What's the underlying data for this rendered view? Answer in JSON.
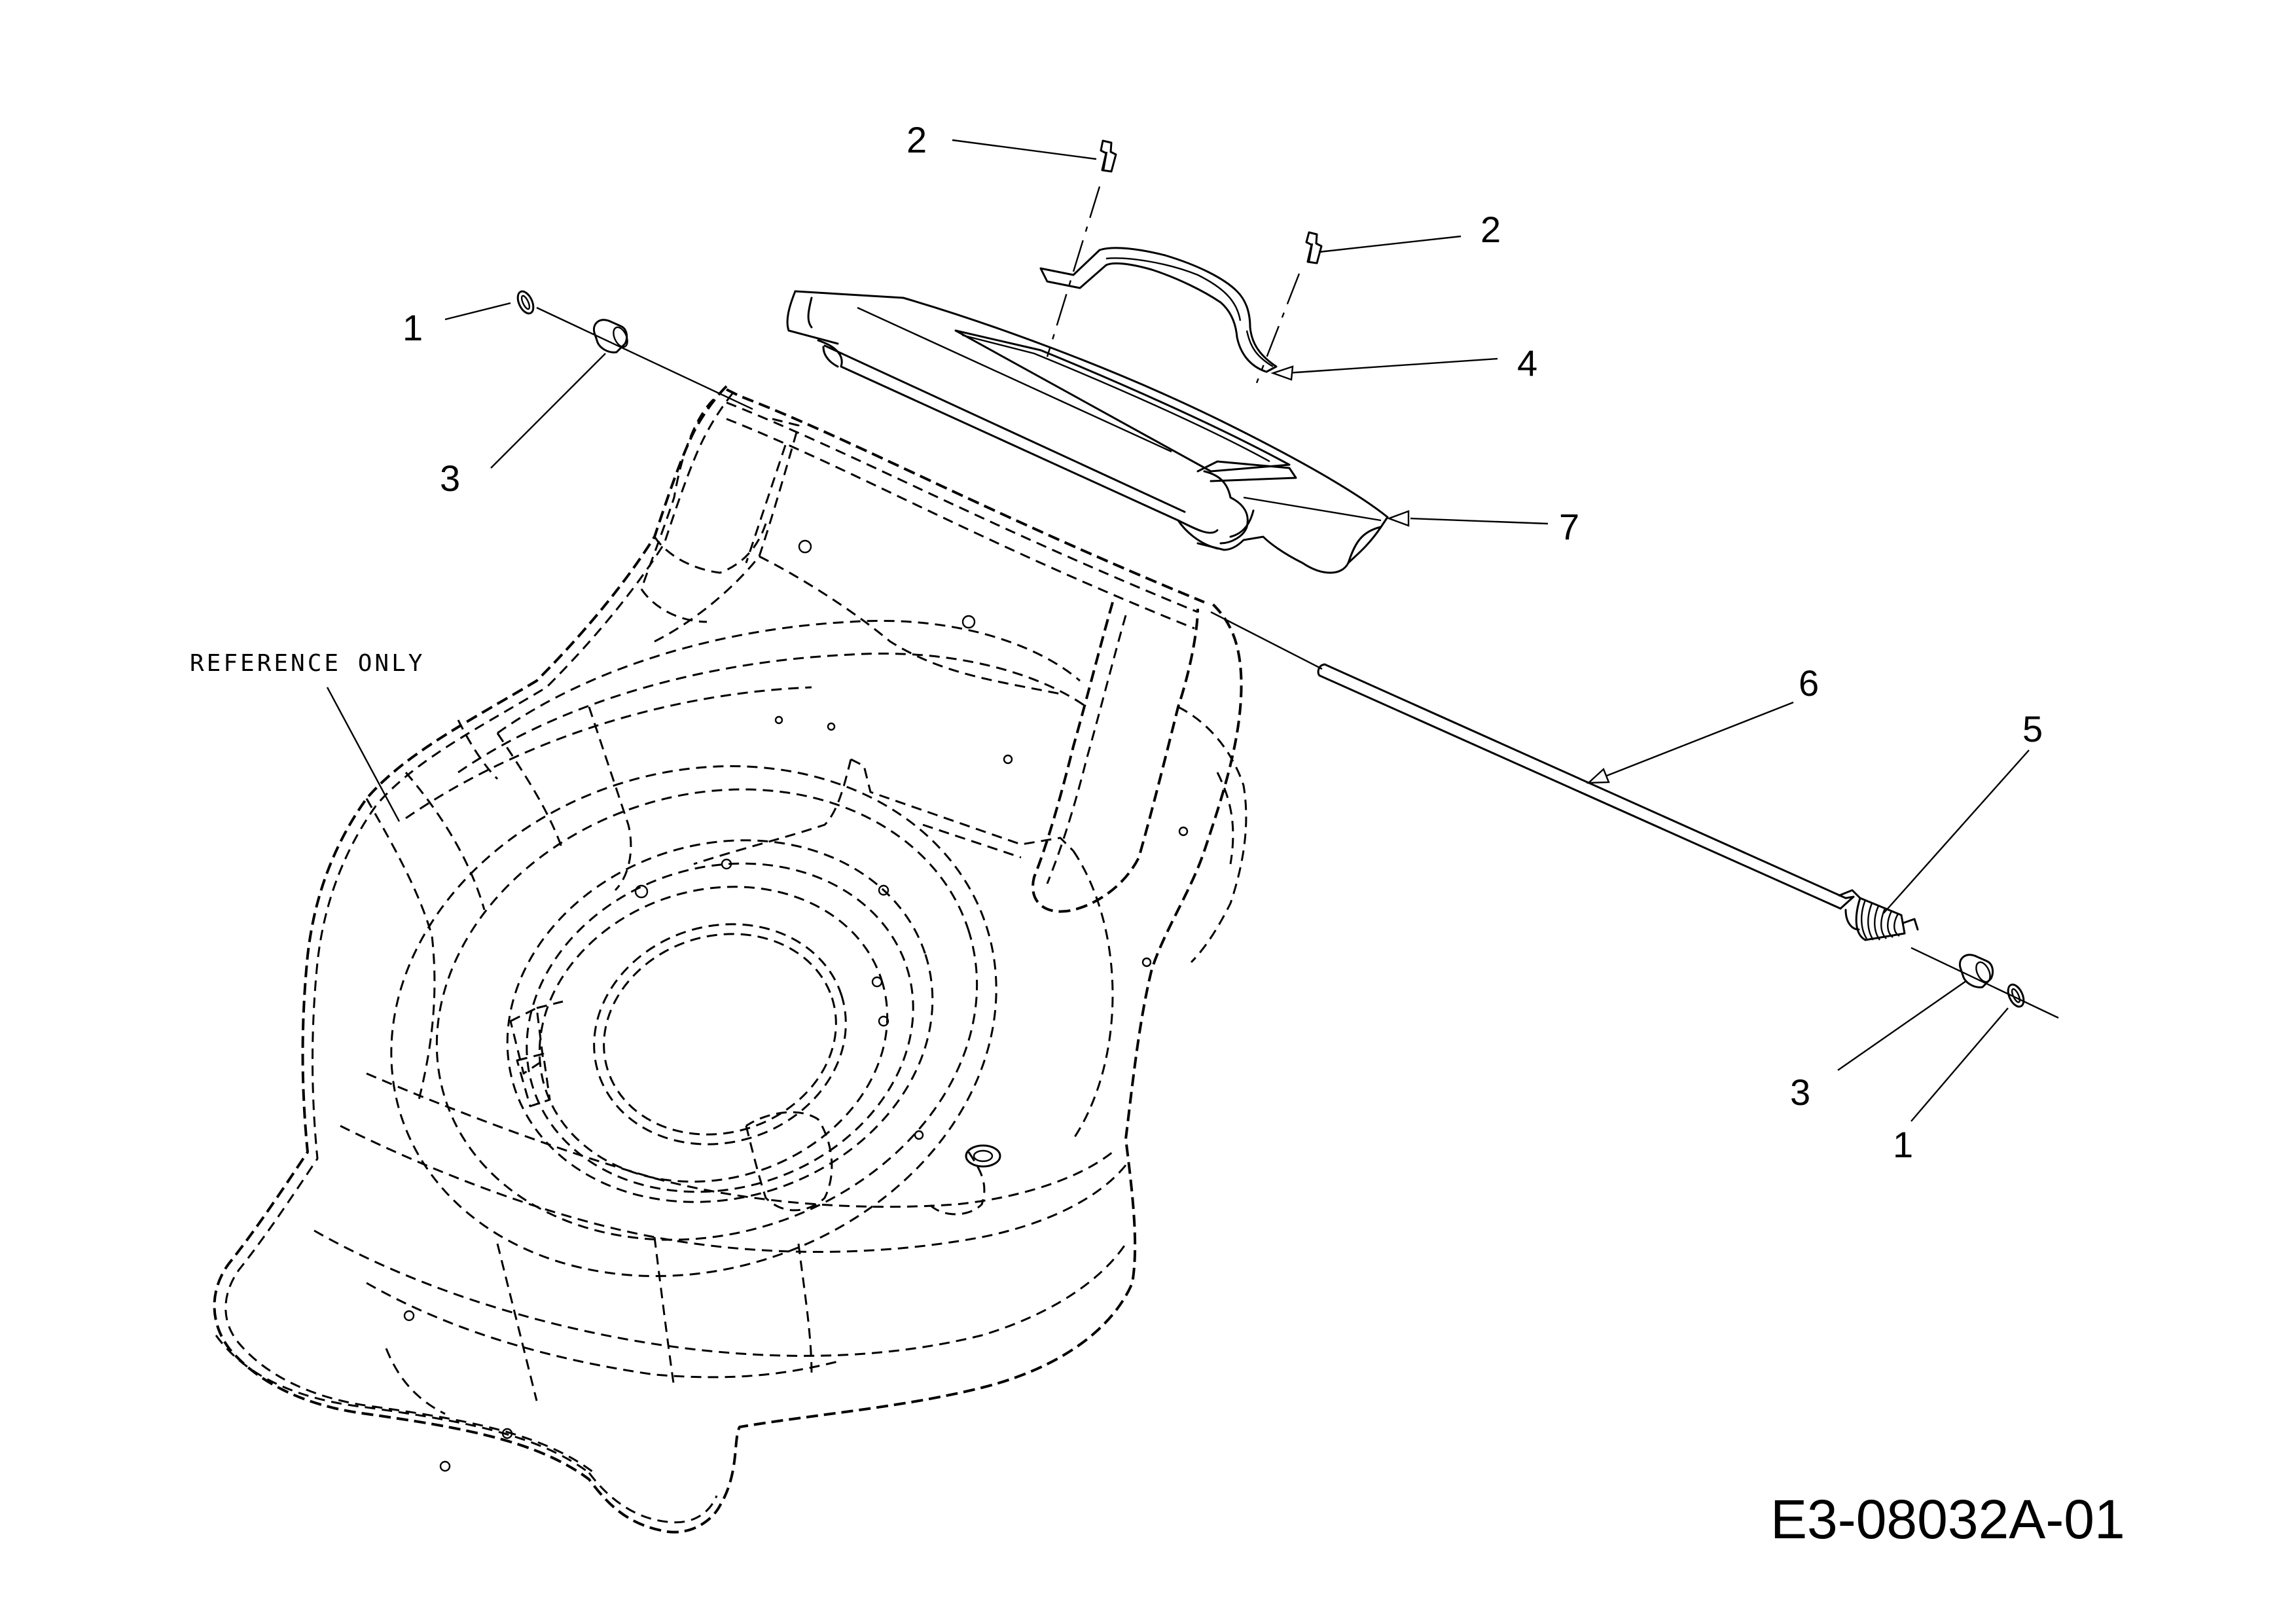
{
  "callouts": {
    "part_1_left": "1",
    "part_1_right": "1",
    "part_2_top": "2",
    "part_2_right": "2",
    "part_3_left": "3",
    "part_3_right": "3",
    "part_4": "4",
    "part_5": "5",
    "part_6": "6",
    "part_7": "7"
  },
  "reference_label": "REFERENCE ONLY",
  "drawing_code": "E3-08032A-01"
}
